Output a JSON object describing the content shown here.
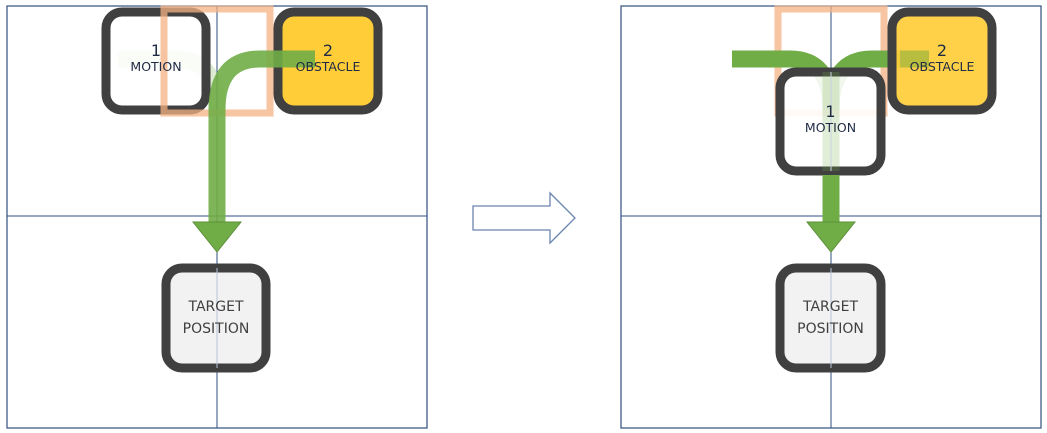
{
  "diagram": {
    "left_panel": {
      "motion_box": {
        "number": "1",
        "label": "MOTION"
      },
      "obstacle_box": {
        "number": "2",
        "label": "OBSTACLE"
      },
      "target_box": {
        "line1": "TARGET",
        "line2": "POSITION"
      }
    },
    "transition_arrow": {
      "direction": "right"
    },
    "right_panel": {
      "motion_box": {
        "number": "1",
        "label": "MOTION"
      },
      "obstacle_box": {
        "number": "2",
        "label": "OBSTACLE"
      },
      "target_box": {
        "line1": "TARGET",
        "line2": "POSITION"
      }
    },
    "colors": {
      "grid_line": "#2f4f7f",
      "box_border": "#404040",
      "obstacle_fill": "#ffcd38",
      "target_fill": "#f2f2f2",
      "path_green": "#70ad47",
      "path_green_faded": "#dfead5",
      "highlight_orange": "#f4b183",
      "transition_arrow": "#6b84b0"
    }
  }
}
